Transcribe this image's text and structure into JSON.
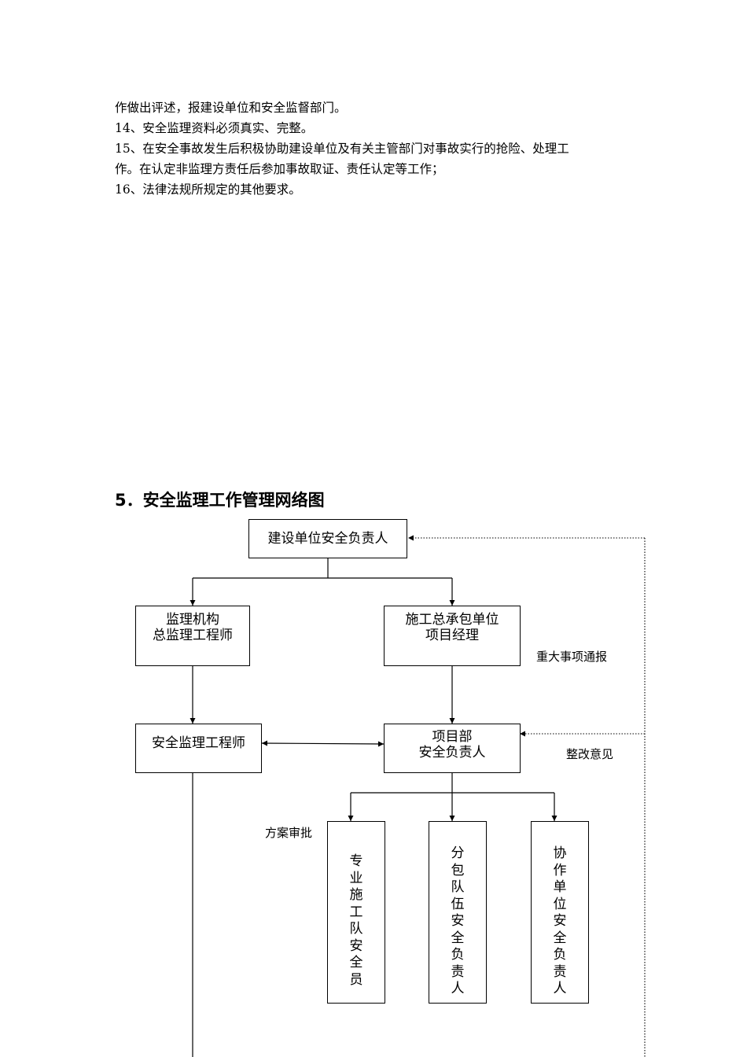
{
  "text": {
    "p1": "作做出评述，报建设单位和安全监督部门。",
    "p2": "14、安全监理资料必须真实、完整。",
    "p3a": "15、在安全事故发生后积极协助建设单位及有关主管部门对事故实行的抢险、处理工",
    "p3b": "作。在认定非监理方责任后参加事故取证、责任认定等工作；",
    "p4": "16、法律法规所规定的其他要求。"
  },
  "section": {
    "heading": "5．安全监理工作管理网络图"
  },
  "diagram": {
    "owner": "建设单位安全负责人",
    "supervision_line1": "监理机构",
    "supervision_line2": "总监理工程师",
    "contractor_line1": "施工总承包单位",
    "contractor_line2": "项目经理",
    "safety_engineer": "安全监理工程师",
    "project_line1": "项目部",
    "project_line2": "安全负责人",
    "team1": "专业施工队安全员",
    "team2": "分包队伍安全负责人",
    "team3": "协作单位安全负责人",
    "label_report": "重大事项通报",
    "label_rectify": "整改意见",
    "label_plan": "方案审批"
  }
}
